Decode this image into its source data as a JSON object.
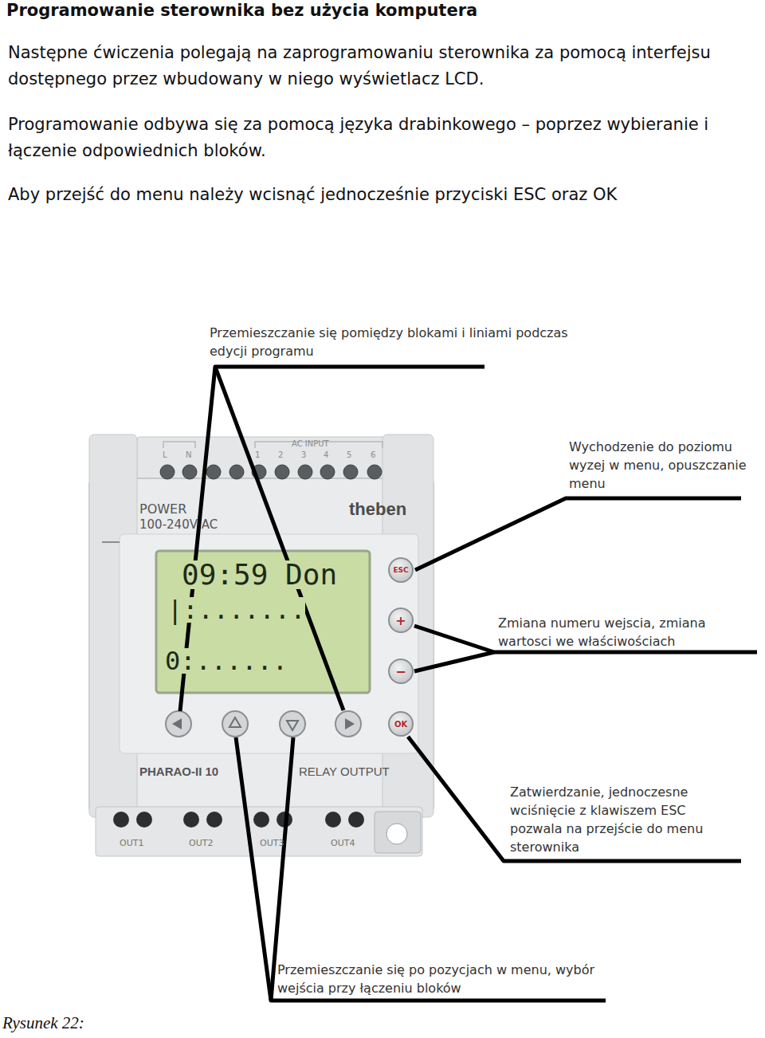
{
  "diagram": {
    "title": "Programowanie sterownika bez użycia komputera",
    "caption": "Rysunek 22:",
    "nodes": [
      {
        "text": [
          "09:59 Don",
          "|:.......",
          "0:......"
        ]
      },
      {
        "text": [
          "ESC"
        ]
      },
      {
        "text": [
          "+"
        ]
      },
      {
        "text": [
          "−"
        ]
      },
      {
        "text": [
          "OK"
        ]
      }
    ],
    "labels": [
      "Następne ćwiczenia polegają na zaprogramowaniu sterownika za pomocą interfejsu dostępnego przez wbudowany w niego wyświetlacz LCD.",
      "Programowanie odbywa się za pomocą języka drabinkowego – poprzez wybieranie i łączenie odpowiednich bloków.",
      "Aby przejść do menu należy wcisnąć jednocześnie przyciski ESC oraz OK",
      "Przemieszczanie się pomiędzy blokami i liniami podczas edycji programu",
      "Wychodzenie do poziomu wyzej w menu, opuszczanie menu",
      "Zmiana numeru wejscia, zmiana wartosci we właściwościach",
      "Zatwierdzanie, jednoczesne wciśnięcie z klawiszem ESC pozwala na przejście do menu sterownika",
      "Przemieszczanie się po pozycjach w menu, wybór wejścia przy łączeniu bloków",
      "L",
      "N",
      "AC INPUT",
      "1",
      "2",
      "3",
      "4",
      "5",
      "6",
      "POWER",
      "100-240V AC",
      "theben",
      "PHARAO-II 10",
      "RELAY OUTPUT",
      "OUT1",
      "OUT2",
      "OUT3",
      "OUT4"
    ]
  }
}
